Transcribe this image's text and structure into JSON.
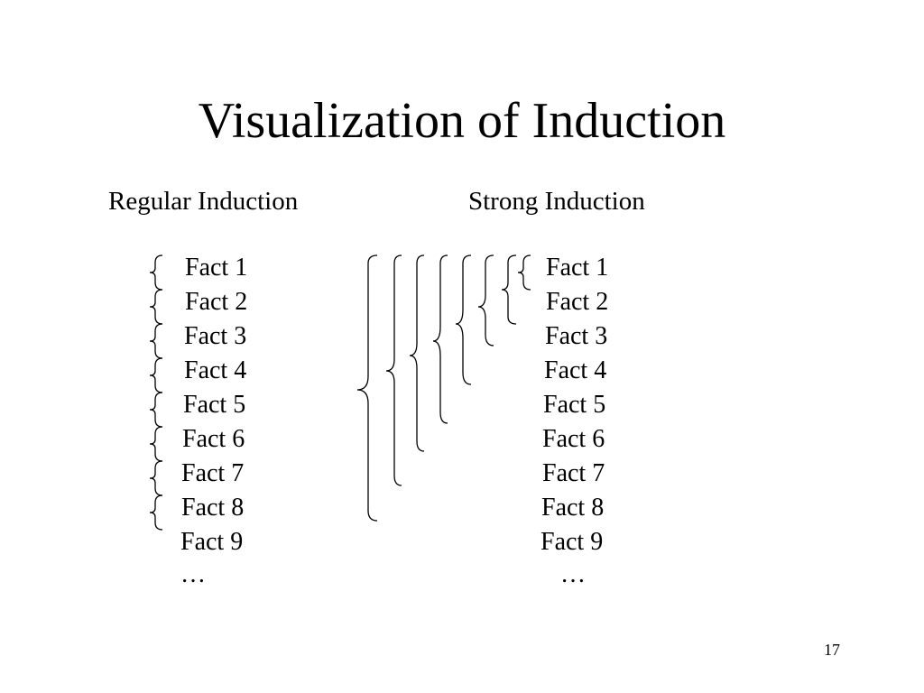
{
  "slide": {
    "title": "Visualization of Induction",
    "page_number": "17"
  },
  "regular": {
    "heading": "Regular Induction",
    "facts": [
      "Fact 1",
      "Fact 2",
      "Fact 3",
      "Fact 4",
      "Fact 5",
      "Fact 6",
      "Fact 7",
      "Fact 8",
      "Fact 9",
      "…"
    ]
  },
  "strong": {
    "heading": "Strong Induction",
    "facts": [
      "Fact 1",
      "Fact 2",
      "Fact 3",
      "Fact 4",
      "Fact 5",
      "Fact 6",
      "Fact 7",
      "Fact 8",
      "Fact 9",
      "…"
    ]
  }
}
